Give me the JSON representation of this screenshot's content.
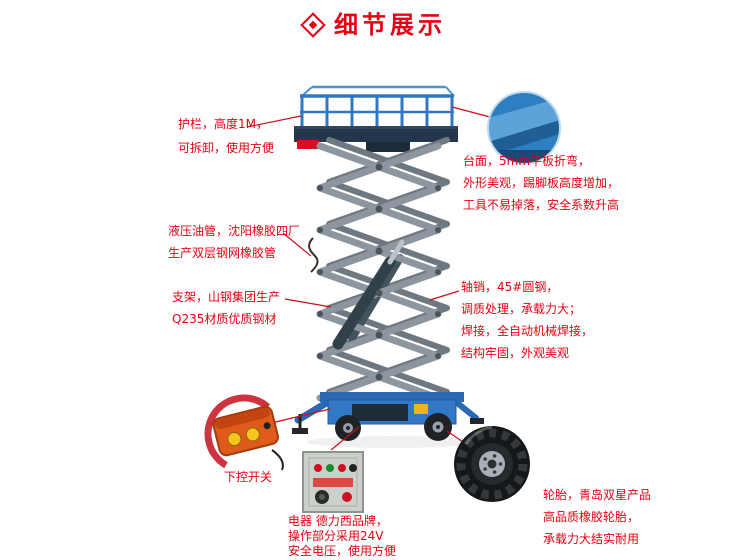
{
  "page": {
    "title": "细节展示",
    "title_icon": "diamond-icon",
    "accent_color": "#e60012"
  },
  "illustration": {
    "subject": "scissor-lift-aerial-work-platform",
    "colors": {
      "machine_blue": "#2f78c3",
      "scissor_gray": "#8d969e",
      "leader_line_red": "#c8101c",
      "platform_dark": "#24364b"
    },
    "detail_photos": [
      "platform-plate-photo",
      "remote-control-photo",
      "electric-box-photo",
      "tire-photo"
    ]
  },
  "callouts": {
    "guardrail": {
      "lines": [
        "护栏，高度1M，",
        "可拆卸，使用方便"
      ]
    },
    "platform": {
      "lines": [
        "台面，5mm平板折弯，",
        "外形美观，踢脚板高度增加，",
        "工具不易掉落，安全系数升高"
      ]
    },
    "hose": {
      "lines": [
        "液压油管，沈阳橡胶四厂",
        "生产双层钢网橡胶管"
      ]
    },
    "frame": {
      "lines": [
        "支架，山钢集团生产",
        "Q235材质优质钢材"
      ]
    },
    "pin_weld": {
      "lines": [
        "轴销，45#圆钢，",
        "调质处理，承载力大；",
        "焊接，全自动机械焊接，",
        "结构牢固，外观美观"
      ]
    },
    "remote": {
      "label": "下控开关"
    },
    "electric": {
      "lines": [
        "电器 德力西品牌，",
        "操作部分采用24V",
        "安全电压，使用方便"
      ]
    },
    "tire": {
      "lines": [
        "轮胎，青岛双星产品",
        "高品质橡胶轮胎，",
        "承载力大结实耐用"
      ]
    }
  }
}
